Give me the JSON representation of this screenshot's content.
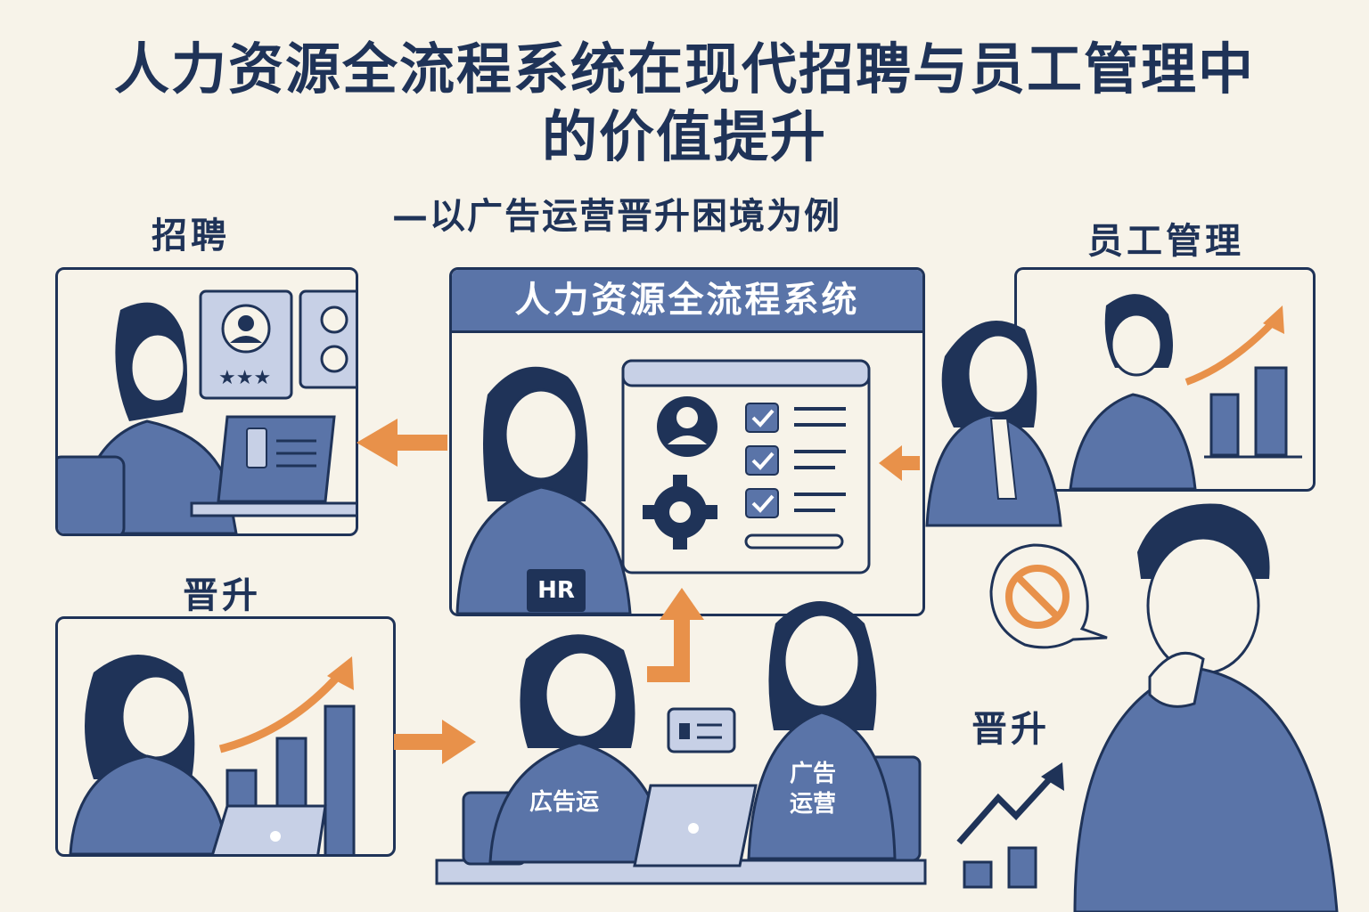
{
  "title_line1": "人力资源全流程系统在现代招聘与员工管理中",
  "title_line2": "的价值提升",
  "subtitle": "—以广告运营晋升困境为例",
  "sections": {
    "recruit": "招聘",
    "employee_mgmt": "员工管理",
    "promotion_left": "晋升",
    "promotion_right": "晋升"
  },
  "system_title": "人力资源全流程系统",
  "hr_badge": "HR",
  "shirt_left": "広告运",
  "shirt_right_line1": "广告",
  "shirt_right_line2": "运营",
  "colors": {
    "navy": "#1f3358",
    "blue": "#5a74a8",
    "light_blue": "#c7d0e6",
    "orange": "#e8914a",
    "background": "#f7f3e9"
  },
  "icons": [
    "person-card-icon",
    "star-rating-icon",
    "checkbox-icon",
    "gear-icon",
    "no-sign-icon",
    "trend-arrow-icon",
    "bar-chart-icon",
    "laptop-icon",
    "id-card-icon"
  ]
}
